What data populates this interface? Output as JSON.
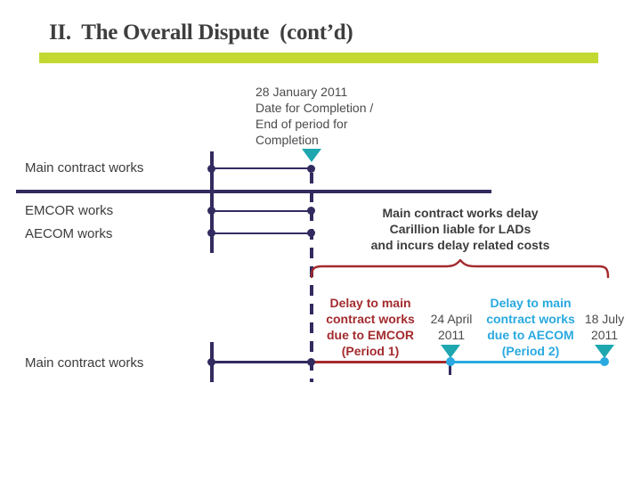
{
  "title": "II.  The Overall Dispute  (cont’d)",
  "colors": {
    "navy": "#322B5F",
    "teal": "#1EA7AF",
    "red": "#A32B2E",
    "cyan": "#29A9E0",
    "text": "#3C3C3C",
    "muted": "#4B4B4B",
    "accent": "#C3D830",
    "title": "#3F3E3E"
  },
  "timeline": {
    "completion_note": [
      "28 January 2011",
      "Date for Completion /",
      "End of period for",
      "Completion"
    ],
    "rows": {
      "main_top_label": "Main contract works",
      "emcor_label": "EMCOR works",
      "aecom_label": "AECOM works",
      "main_bottom_label": "Main contract works"
    },
    "delay_note": [
      "Main contract works delay",
      "Carillion liable for LADs",
      "and incurs delay related costs"
    ],
    "period1": [
      "Delay to main",
      "contract works",
      "due to EMCOR",
      "(Period 1)"
    ],
    "period1_date": [
      "24 April",
      "2011"
    ],
    "period2": [
      "Delay to main",
      "contract works",
      "due to AECOM",
      "(Period 2)"
    ],
    "period2_date": [
      "18 July",
      "2011"
    ]
  }
}
